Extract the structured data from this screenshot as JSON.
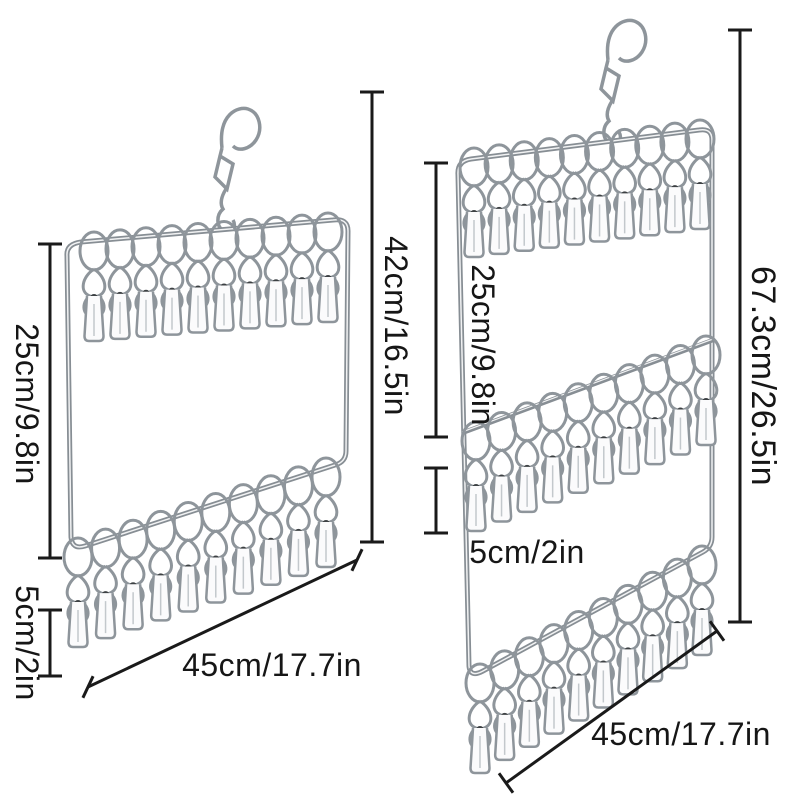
{
  "colors": {
    "background": "#ffffff",
    "dimension_lines": "#1a1a1a",
    "wire_metal": "#8e959b",
    "clip_spring": "#3c4043"
  },
  "left_hanger": {
    "clips_top_row": 10,
    "clips_bottom_row": 10,
    "labels": {
      "frame_height": "25cm/9.8in",
      "total_height": "42cm/16.5in",
      "clip_drop": "5cm/2in",
      "width": "45cm/17.7in"
    }
  },
  "right_hanger": {
    "clips_top_row": 10,
    "clips_middle_row": 10,
    "clips_bottom_row": 10,
    "labels": {
      "upper_section_height": "25cm/9.8in",
      "total_height": "67.3cm/26.5in",
      "clip_drop": "5cm/2in",
      "width": "45cm/17.7in"
    }
  }
}
